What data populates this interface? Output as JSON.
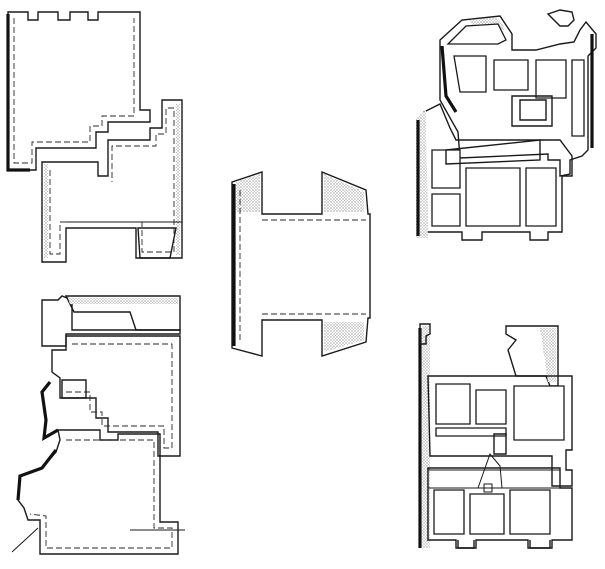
{
  "sheet": {
    "ink_color": "#1a1a1a",
    "background": "#ffffff",
    "sections": [
      {
        "id": "wood-sash-top"
      },
      {
        "id": "wood-sash-bottom"
      },
      {
        "id": "wood-mullion"
      },
      {
        "id": "pvc-profile-top"
      },
      {
        "id": "pvc-profile-bottom"
      }
    ]
  }
}
